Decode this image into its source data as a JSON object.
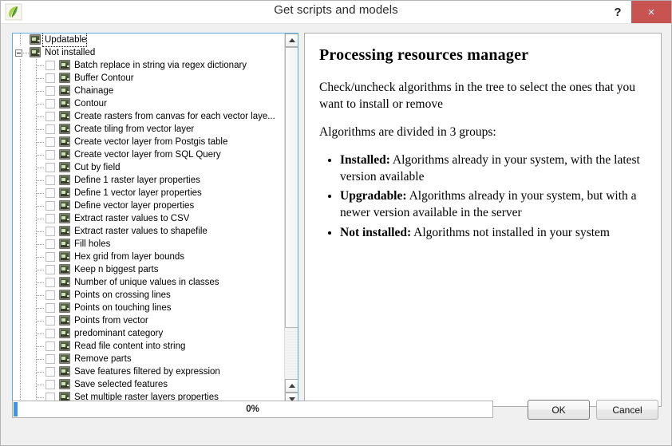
{
  "window": {
    "title": "Get scripts and models",
    "app_icon": "qgis-leaf-icon",
    "help_label": "?",
    "close_label": "×"
  },
  "tree": {
    "groups": [
      {
        "label": "Updatable",
        "icon": "script-icon",
        "expanded": false,
        "focused": true,
        "has_expander": false
      },
      {
        "label": "Not installed",
        "icon": "script-icon",
        "expanded": true,
        "focused": false,
        "has_expander": true
      }
    ],
    "items": [
      {
        "label": "Batch replace in string via regex dictionary",
        "checked": false,
        "icon": "script-icon"
      },
      {
        "label": "Buffer Contour",
        "checked": false,
        "icon": "script-icon"
      },
      {
        "label": "Chainage",
        "checked": false,
        "icon": "script-icon"
      },
      {
        "label": "Contour",
        "checked": false,
        "icon": "script-icon"
      },
      {
        "label": "Create rasters from canvas for each vector laye...",
        "checked": false,
        "icon": "script-icon"
      },
      {
        "label": "Create tiling from vector layer",
        "checked": false,
        "icon": "script-icon"
      },
      {
        "label": "Create vector layer from Postgis table",
        "checked": false,
        "icon": "script-icon"
      },
      {
        "label": "Create vector layer from SQL Query",
        "checked": false,
        "icon": "script-icon"
      },
      {
        "label": "Cut by field",
        "checked": false,
        "icon": "script-icon"
      },
      {
        "label": "Define 1 raster layer properties",
        "checked": false,
        "icon": "script-icon"
      },
      {
        "label": "Define 1 vector layer properties",
        "checked": false,
        "icon": "script-icon"
      },
      {
        "label": "Define vector layer properties",
        "checked": false,
        "icon": "script-icon"
      },
      {
        "label": "Extract raster values to CSV",
        "checked": false,
        "icon": "script-icon"
      },
      {
        "label": "Extract raster values to shapefile",
        "checked": false,
        "icon": "script-icon"
      },
      {
        "label": "Fill holes",
        "checked": false,
        "icon": "script-icon"
      },
      {
        "label": "Hex grid from layer bounds",
        "checked": false,
        "icon": "script-icon"
      },
      {
        "label": "Keep n biggest parts",
        "checked": false,
        "icon": "script-icon"
      },
      {
        "label": "Number of unique values in classes",
        "checked": false,
        "icon": "script-icon"
      },
      {
        "label": "Points on crossing lines",
        "checked": false,
        "icon": "script-icon"
      },
      {
        "label": "Points on touching lines",
        "checked": false,
        "icon": "script-icon"
      },
      {
        "label": "Points from vector",
        "checked": false,
        "icon": "script-icon"
      },
      {
        "label": "predominant category",
        "checked": false,
        "icon": "script-icon"
      },
      {
        "label": "Read file content into string",
        "checked": false,
        "icon": "script-icon"
      },
      {
        "label": "Remove parts",
        "checked": false,
        "icon": "script-icon"
      },
      {
        "label": "Save features filtered by expression",
        "checked": false,
        "icon": "script-icon"
      },
      {
        "label": "Save selected features",
        "checked": false,
        "icon": "script-icon"
      },
      {
        "label": "Set multiple raster layers properties",
        "checked": false,
        "icon": "script-icon"
      }
    ],
    "scrollbar": {
      "up_arrow": "▲",
      "down_arrow": "▼"
    }
  },
  "help": {
    "heading": "Processing resources manager",
    "intro": "Check/uncheck algorithms in the tree to select the ones that you want to install or remove",
    "groups_intro": "Algorithms are divided in 3 groups:",
    "bullets": [
      {
        "term": "Installed:",
        "desc": " Algorithms already in your system, with the latest version available"
      },
      {
        "term": "Upgradable:",
        "desc": " Algorithms already in your system, but with a newer version available in the server"
      },
      {
        "term": "Not installed:",
        "desc": " Algorithms not installed in your system"
      }
    ]
  },
  "footer": {
    "progress_text": "0%",
    "progress_value": 0,
    "ok_label": "OK",
    "cancel_label": "Cancel"
  },
  "colors": {
    "accent_blue": "#3b97e3",
    "focus_border": "#5aaee0",
    "close_red": "#c75450",
    "window_bg": "#f0f0f0"
  }
}
